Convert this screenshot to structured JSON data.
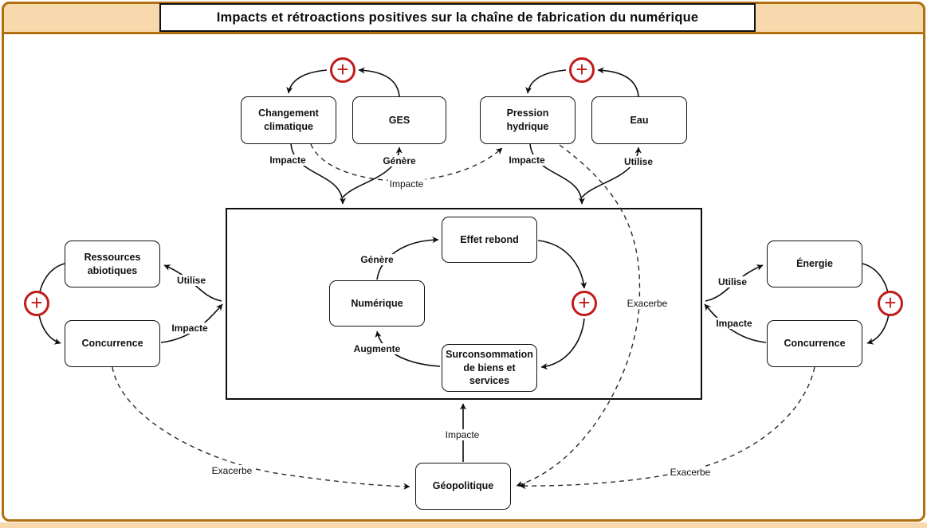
{
  "title": "Impacts et rétroactions positives sur la chaîne de fabrication du numérique",
  "nodes": {
    "changement_climatique": "Changement climatique",
    "ges": "GES",
    "pression_hydrique": "Pression hydrique",
    "eau": "Eau",
    "ressources_abiotiques": "Ressources abiotiques",
    "concurrence_gauche": "Concurrence",
    "energie": "Énergie",
    "concurrence_droite": "Concurrence",
    "geopolitique": "Géopolitique",
    "effet_rebond": "Effet rebond",
    "numerique": "Numérique",
    "surconsommation": "Surconsommation de biens et services"
  },
  "edge_labels": {
    "impacte_changement": "Impacte",
    "genere_ges": "Génère",
    "impacte_dashed_climat": "Impacte",
    "impacte_pression": "Impacte",
    "utilise_eau": "Utilise",
    "utilise_ressources": "Utilise",
    "impacte_concurrence_gauche": "Impacte",
    "utilise_energie": "Utilise",
    "impacte_concurrence_droite": "Impacte",
    "genere_numerique": "Génère",
    "augmente_surconsommation": "Augmente",
    "exacerbe_pression": "Exacerbe",
    "impacte_geopolitique": "Impacte",
    "exacerbe_gauche": "Exacerbe",
    "exacerbe_droite": "Exacerbe"
  },
  "feedback": {
    "symbol": "+",
    "count": 5,
    "color": "#C11B1B"
  },
  "colors": {
    "frame_border": "#B1700F",
    "frame_fill": "#F8D9AD",
    "node_border": "#111111",
    "node_fill": "#FFFFFF",
    "edge_color": "#000000",
    "feedback_red": "#C11B1B"
  }
}
